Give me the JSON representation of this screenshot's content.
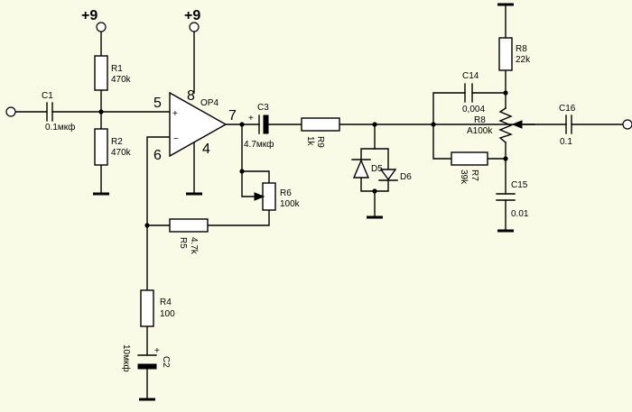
{
  "supply": {
    "left": "+9",
    "opamp": "+9"
  },
  "opamp": {
    "name": "OP4",
    "pins": {
      "in_plus": "5",
      "in_minus": "6",
      "out": "7",
      "vplus": "8",
      "gnd": "4"
    },
    "plus_sign": "+",
    "minus_sign": "−"
  },
  "components": {
    "C1": {
      "ref": "C1",
      "value": "0.1мкф"
    },
    "R1": {
      "ref": "R1",
      "value": "470k"
    },
    "R2": {
      "ref": "R2",
      "value": "470k"
    },
    "C3": {
      "ref": "C3",
      "value": "4.7мкф",
      "polarity": "+"
    },
    "R6": {
      "ref": "R6",
      "value": "100k"
    },
    "R5": {
      "ref": "R5",
      "value": "4.7k"
    },
    "R4": {
      "ref": "R4",
      "value": "100"
    },
    "C2": {
      "ref": "C2",
      "value": "10мкф",
      "polarity": "+"
    },
    "R9": {
      "ref": "R9",
      "value": "1k"
    },
    "D5": {
      "ref": "D5"
    },
    "D6": {
      "ref": "D6"
    },
    "C14": {
      "ref": "C14",
      "value": "0,004"
    },
    "R8a": {
      "ref": "R8",
      "value": "22k"
    },
    "R8b": {
      "ref": "R8",
      "value": "A100k"
    },
    "R7": {
      "ref": "R7",
      "value": "39k"
    },
    "C15": {
      "ref": "C15",
      "value": "0.01"
    },
    "C16": {
      "ref": "C16",
      "value": "0.1"
    }
  }
}
